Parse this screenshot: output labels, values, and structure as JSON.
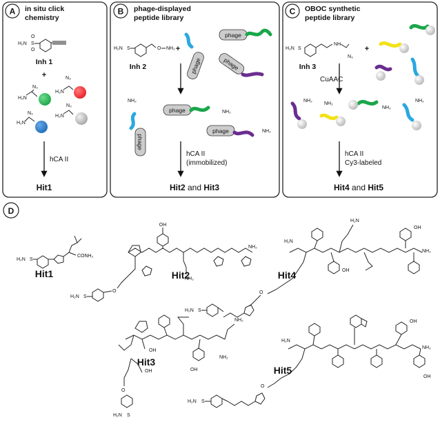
{
  "panels": [
    {
      "letter": "A",
      "title_lines": [
        "in situ click",
        "chemistry"
      ],
      "inhibitor": "Inh 1",
      "plus": "+",
      "reagent_atom": "N₃",
      "amide": "H₂N",
      "reaction": "hCA II",
      "result": "Hit1"
    },
    {
      "letter": "B",
      "title_lines": [
        "phage-displayed",
        "peptide library"
      ],
      "inhibitor": "Inh 2",
      "plus": "+",
      "tag": "phage",
      "reaction_lines": [
        "hCA II",
        "(immobilized)"
      ],
      "result_a": "Hit2",
      "result_and": " and ",
      "result_b": "Hit3"
    },
    {
      "letter": "C",
      "title_lines": [
        "OBOC synthetic",
        "peptide library"
      ],
      "inhibitor": "Inh 3",
      "plus": "+",
      "step": "CuAAC",
      "reaction_lines": [
        "hCA II",
        "Cy3-labeled"
      ],
      "result_a": "Hit4",
      "result_and": " and ",
      "result_b": "Hit5"
    }
  ],
  "panel_d": {
    "letter": "D",
    "hits": [
      "Hit1",
      "Hit2",
      "Hit3",
      "Hit4",
      "Hit5"
    ]
  },
  "atoms": {
    "h2n": "H₂N",
    "nh2": "NH₂",
    "oh": "OH",
    "o": "O",
    "n": "N",
    "s": "S",
    "conh2": "CONH₂",
    "n3": "N₃",
    "nh": "NH"
  },
  "colors": {
    "green": "#1aa64a",
    "red": "#e8202a",
    "blue": "#1e6fb8",
    "gray": "#bdbdbd",
    "cyan": "#2aa8df",
    "purple": "#6a2d8f",
    "yellow": "#f2e21a",
    "frame": "#222222"
  }
}
